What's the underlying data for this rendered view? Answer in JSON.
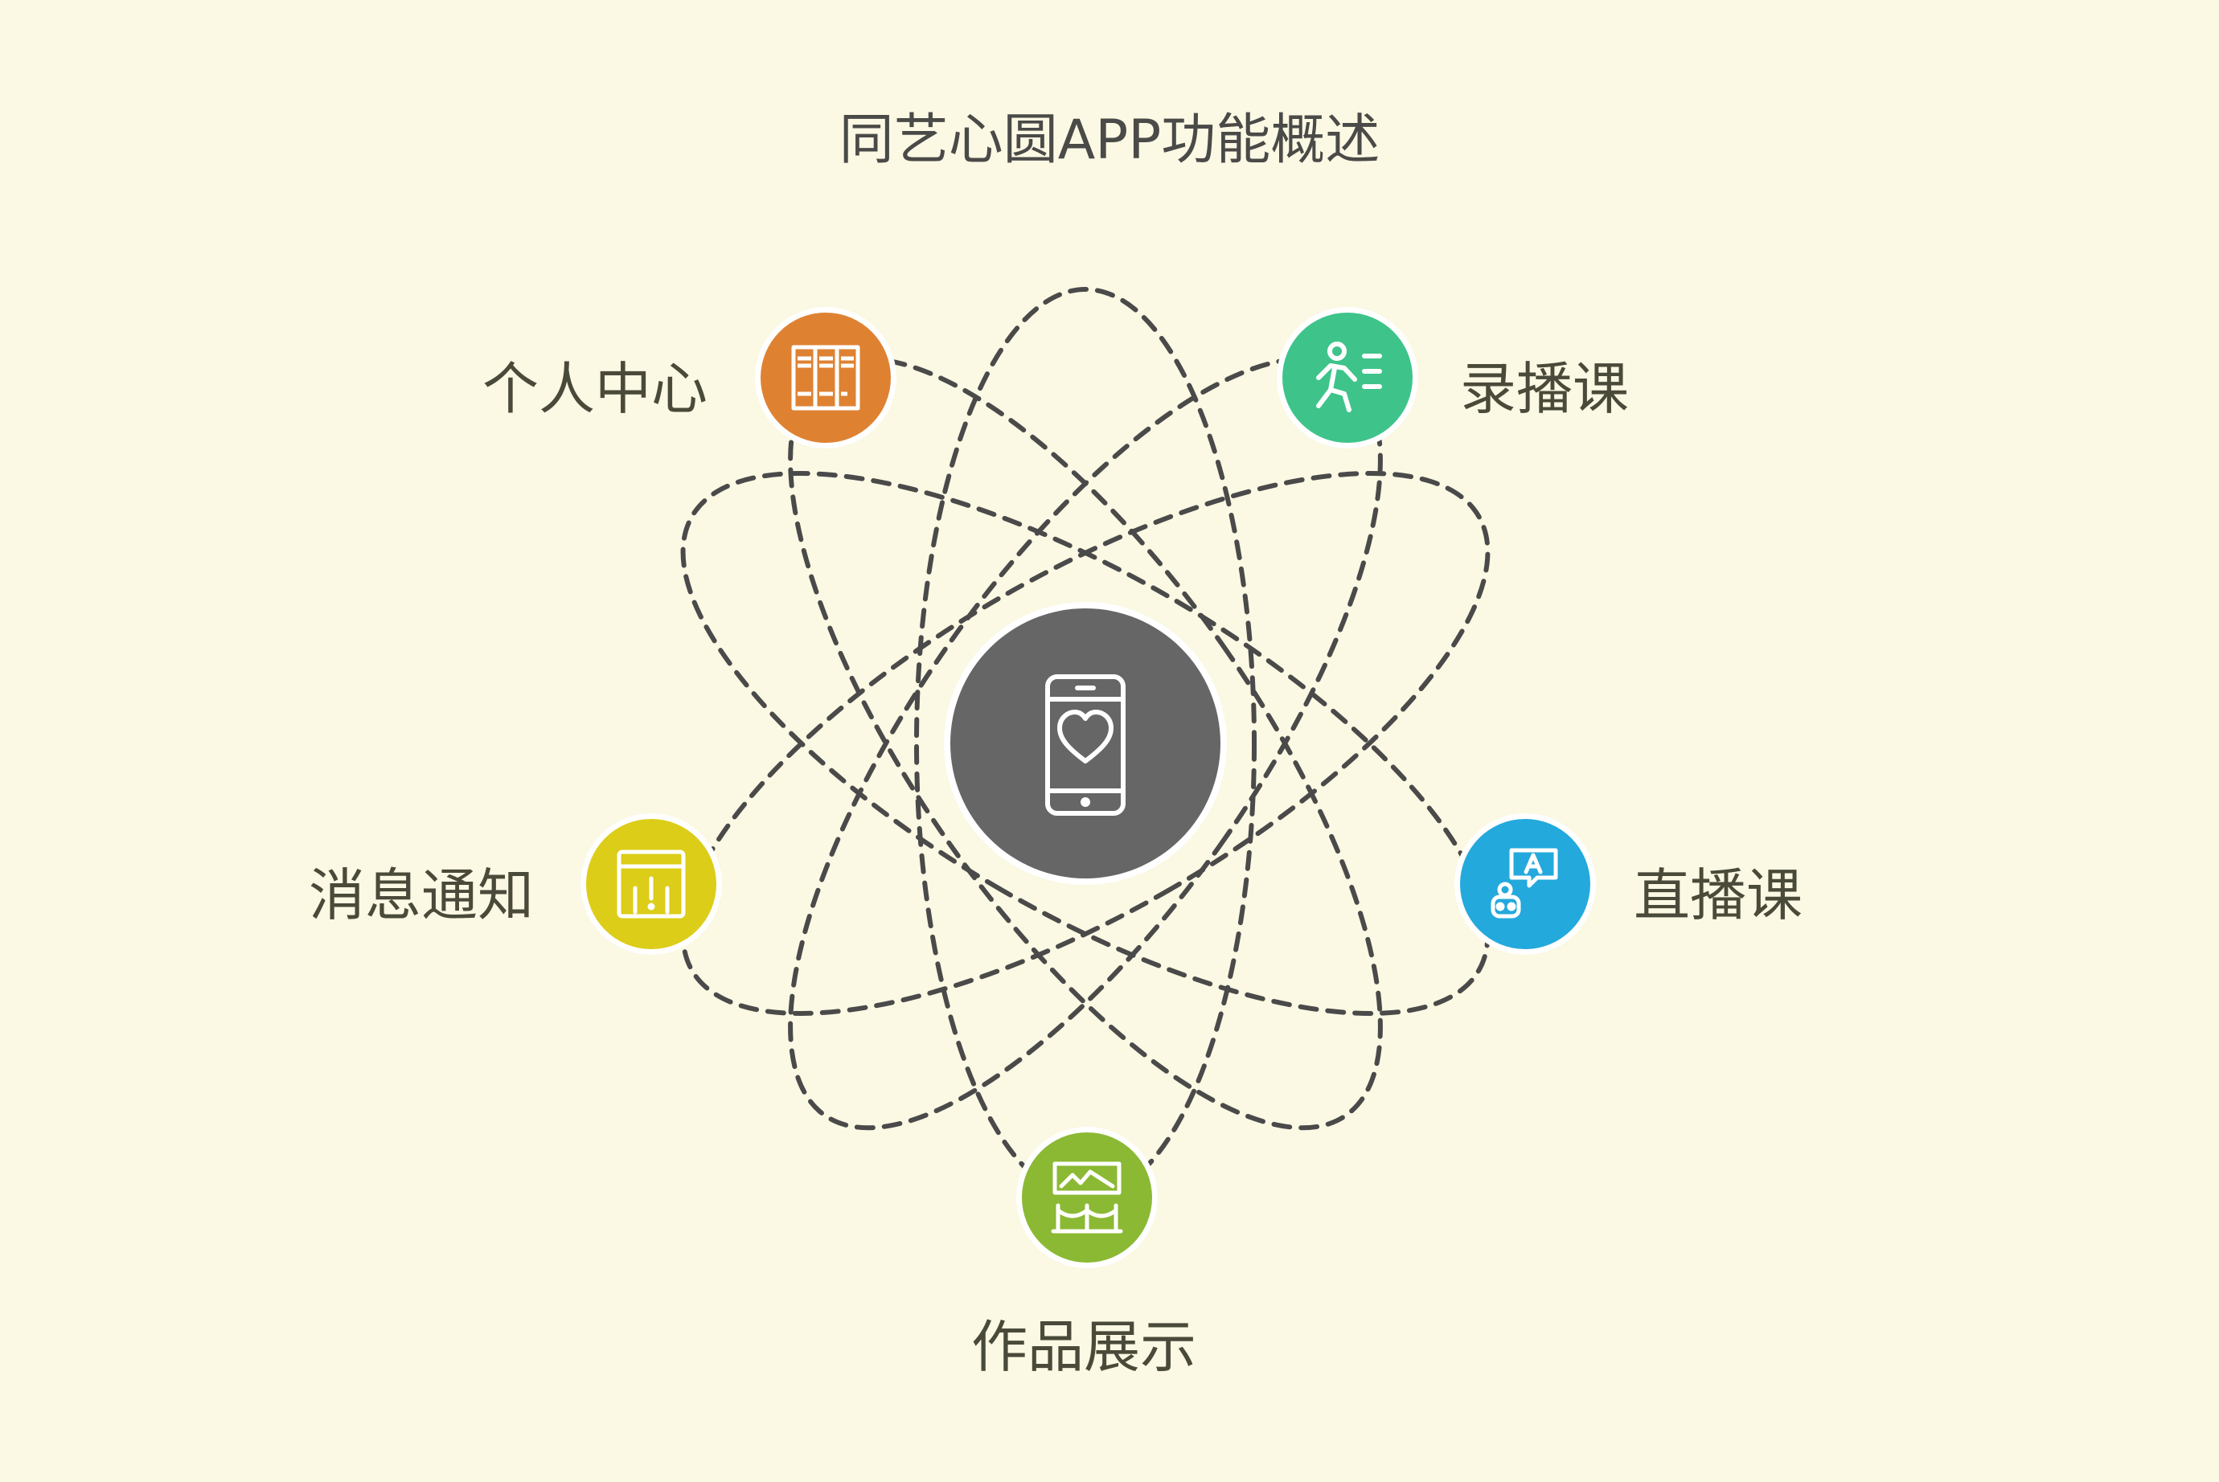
{
  "title": "同艺心圆APP功能概述",
  "center": {
    "icon": "smartphone-heart-icon",
    "color": "#666666"
  },
  "nodes": [
    {
      "id": "personal",
      "label": "个人中心",
      "icon": "locker-icon",
      "color": "#de8232"
    },
    {
      "id": "recorded",
      "label": "录播课",
      "icon": "running-person-icon",
      "color": "#3ec48a"
    },
    {
      "id": "live",
      "label": "直播课",
      "icon": "robot-chat-icon",
      "color": "#23a9dc"
    },
    {
      "id": "notice",
      "label": "消息通知",
      "icon": "alert-window-icon",
      "color": "#dccd19"
    },
    {
      "id": "works",
      "label": "作品展示",
      "icon": "gallery-exhibit-icon",
      "color": "#8bb934"
    }
  ],
  "orbit_color": "#4a4a4a",
  "text_color": "#4a4a3a"
}
